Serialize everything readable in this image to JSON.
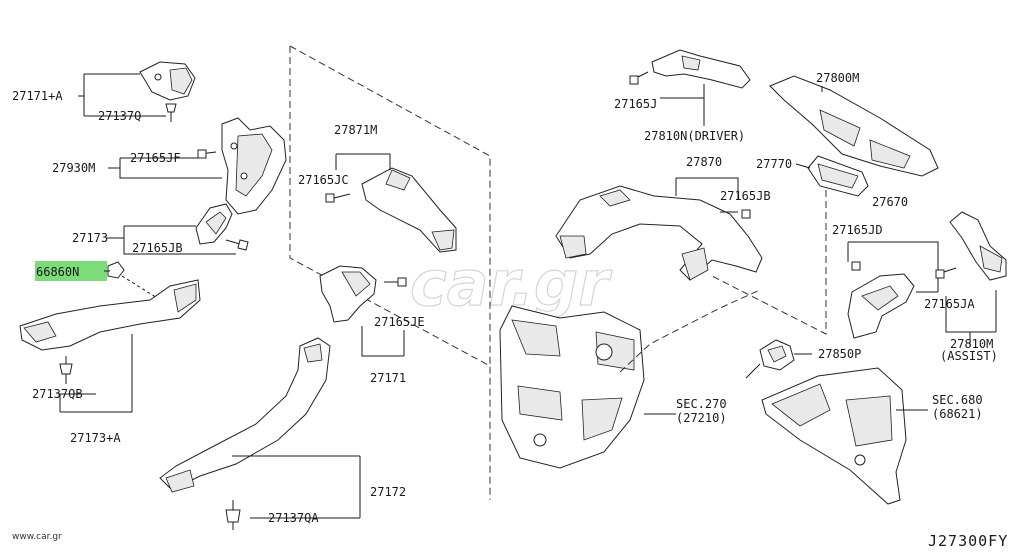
{
  "diagram": {
    "drawing_code": "J27300FY",
    "watermark_small": "www.car.gr",
    "watermark_big": "car.gr",
    "highlight_color": "#7ddc7a",
    "labels": {
      "p27171A": "27171+A",
      "p27137Q": "27137Q",
      "p27930M": "27930M",
      "p27165JF": "27165JF",
      "p27173": "27173",
      "p27165JB_left": "27165JB",
      "p66860N": "66860N",
      "p27137QB": "27137QB",
      "p27173A": "27173+A",
      "p27871M": "27871M",
      "p27165JC": "27165JC",
      "p27165JE": "27165JE",
      "p27171": "27171",
      "p27172": "27172",
      "p27137QA": "27137QA",
      "p27165J": "27165J",
      "p27810N": "27810N(DRIVER)",
      "p27800M": "27800M",
      "p27870": "27870",
      "p27770": "27770",
      "p27165JB_right": "27165JB",
      "p27670": "27670",
      "p27165JD": "27165JD",
      "p27165JA": "27165JA",
      "p27810M": "27810M",
      "p27810M_note": "(ASSIST)",
      "p27850P": "27850P",
      "sec270": "SEC.270",
      "sec270_ref": "(27210)",
      "sec680": "SEC.680",
      "sec680_ref": "(68621)"
    }
  }
}
